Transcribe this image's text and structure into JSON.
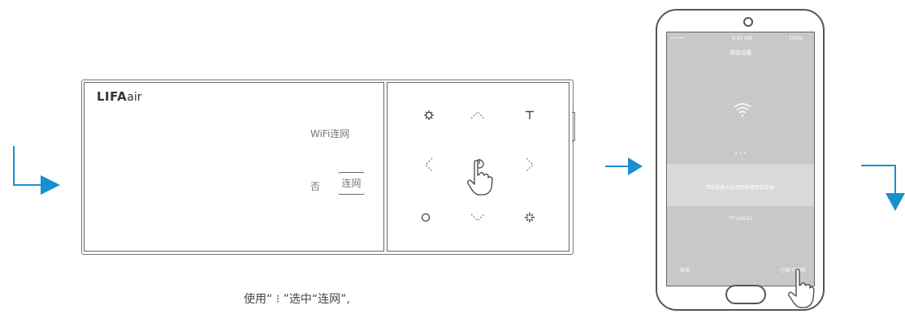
{
  "device": {
    "logo_bold": "LIFA",
    "logo_light": "air",
    "wifi_label": "WiFi连网",
    "option_no": "否",
    "option_connect": "连网"
  },
  "keypad": {
    "keys": [
      "gear-icon",
      "chevron-up-icon",
      "timer-t-icon",
      "chevron-left-icon",
      "power-icon",
      "chevron-right-icon",
      "circle-icon",
      "chevron-down-icon",
      "fan-icon"
    ]
  },
  "caption": "使用“ ⁝ ”选中“连网”,",
  "phone": {
    "status_left": "••••• ",
    "status_time": "9:41 AM",
    "status_right": "100%",
    "title": "添加设备",
    "dots": "•   •   •",
    "instruction": "请按设备上的连网按键接受连接!",
    "network": "TP-Link12",
    "cancel": "取消",
    "confirm": "已按下连网"
  },
  "colors": {
    "arrow_blue": "#1a8fd0",
    "line": "#666666",
    "screen_gray": "#c8c8c8"
  }
}
